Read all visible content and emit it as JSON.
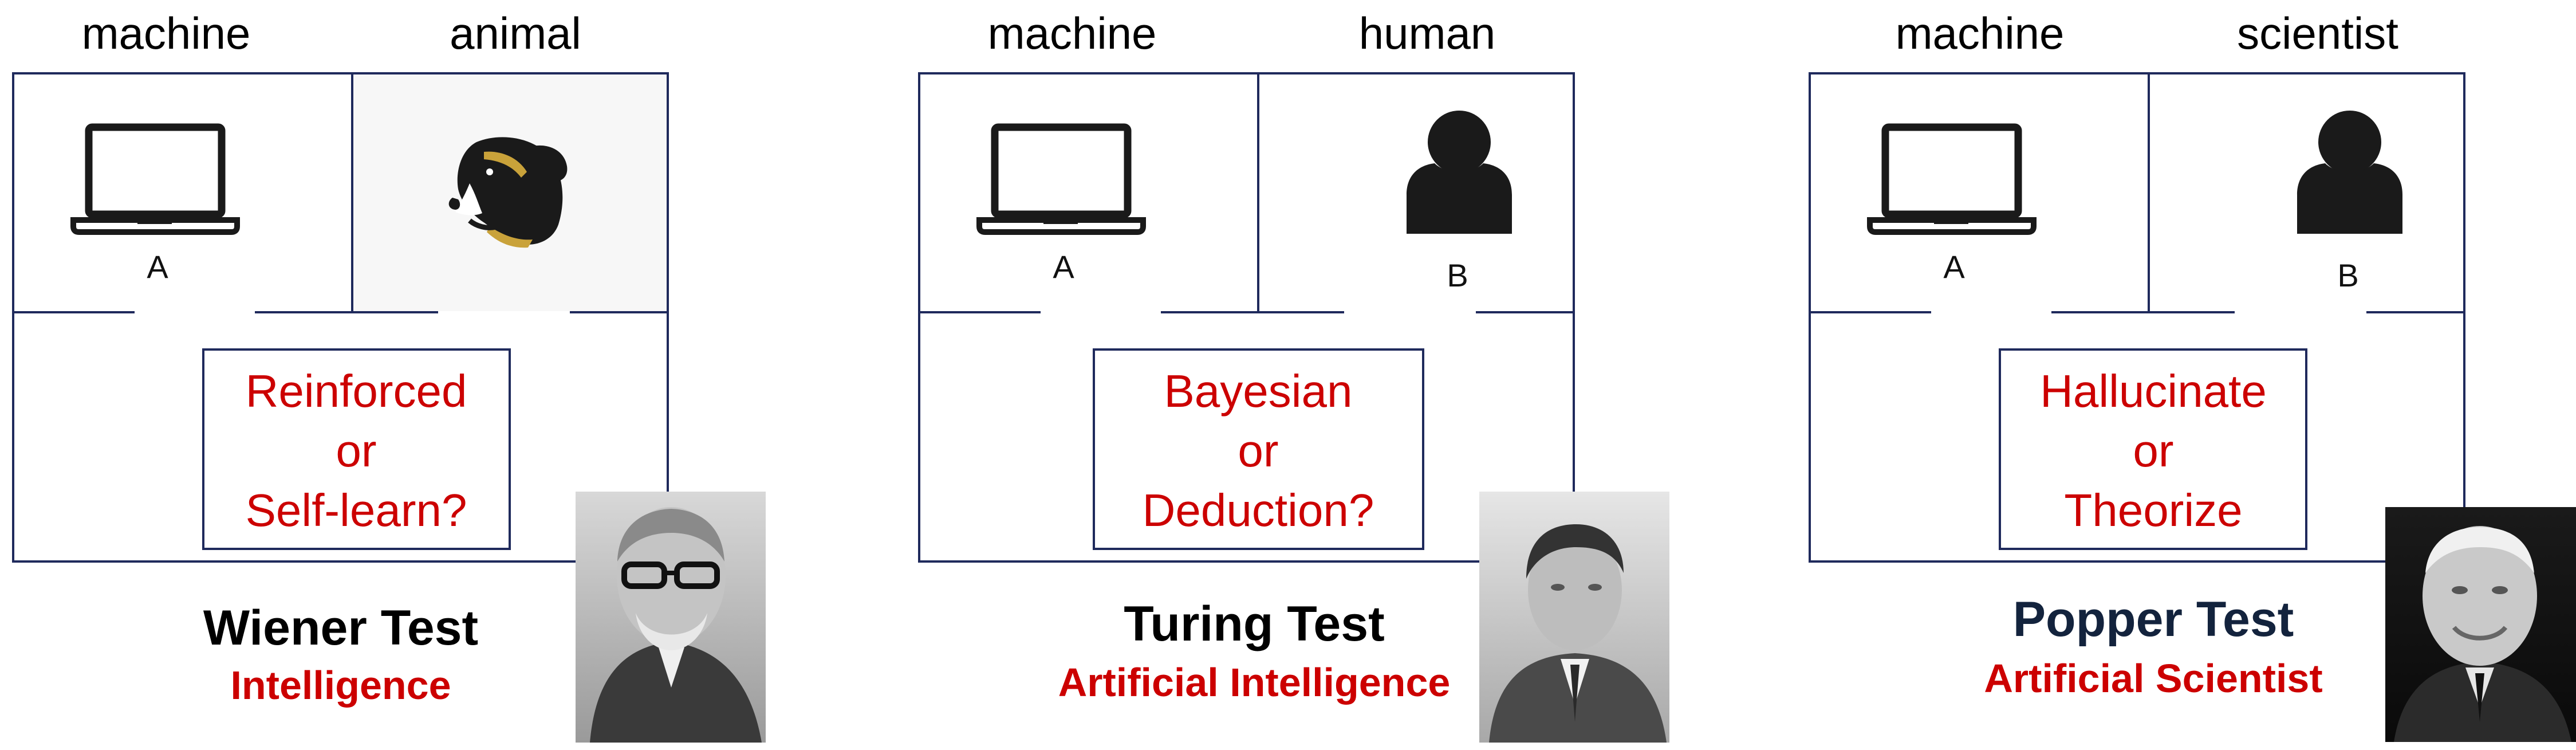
{
  "colors": {
    "frame": "#1f2a5c",
    "question": "#cc0000",
    "title": "#000000",
    "title_popper": "#13233d",
    "subtitle": "#cc0000",
    "icon": "#1a1a1a",
    "dog_gold": "#c9a23a"
  },
  "panels": [
    {
      "left_label": "machine",
      "right_label": "animal",
      "left_room_label": "A",
      "right_room_label": "",
      "right_icon": "dog-head-icon",
      "question": [
        "Reinforced",
        "or",
        "Self-learn?"
      ],
      "title": "Wiener Test",
      "subtitle": "Intelligence",
      "portrait": "norbert-wiener-portrait"
    },
    {
      "left_label": "machine",
      "right_label": "human",
      "left_room_label": "A",
      "right_room_label": "B",
      "right_icon": "person-icon",
      "question": [
        "Bayesian",
        "or",
        "Deduction?"
      ],
      "title": "Turing Test",
      "subtitle": "Artificial Intelligence",
      "portrait": "alan-turing-portrait"
    },
    {
      "left_label": "machine",
      "right_label": "scientist",
      "left_room_label": "A",
      "right_room_label": "B",
      "right_icon": "person-icon",
      "question": [
        "Hallucinate",
        "or",
        "Theorize"
      ],
      "title": "Popper Test",
      "subtitle": "Artificial Scientist",
      "portrait": "karl-popper-portrait"
    }
  ]
}
